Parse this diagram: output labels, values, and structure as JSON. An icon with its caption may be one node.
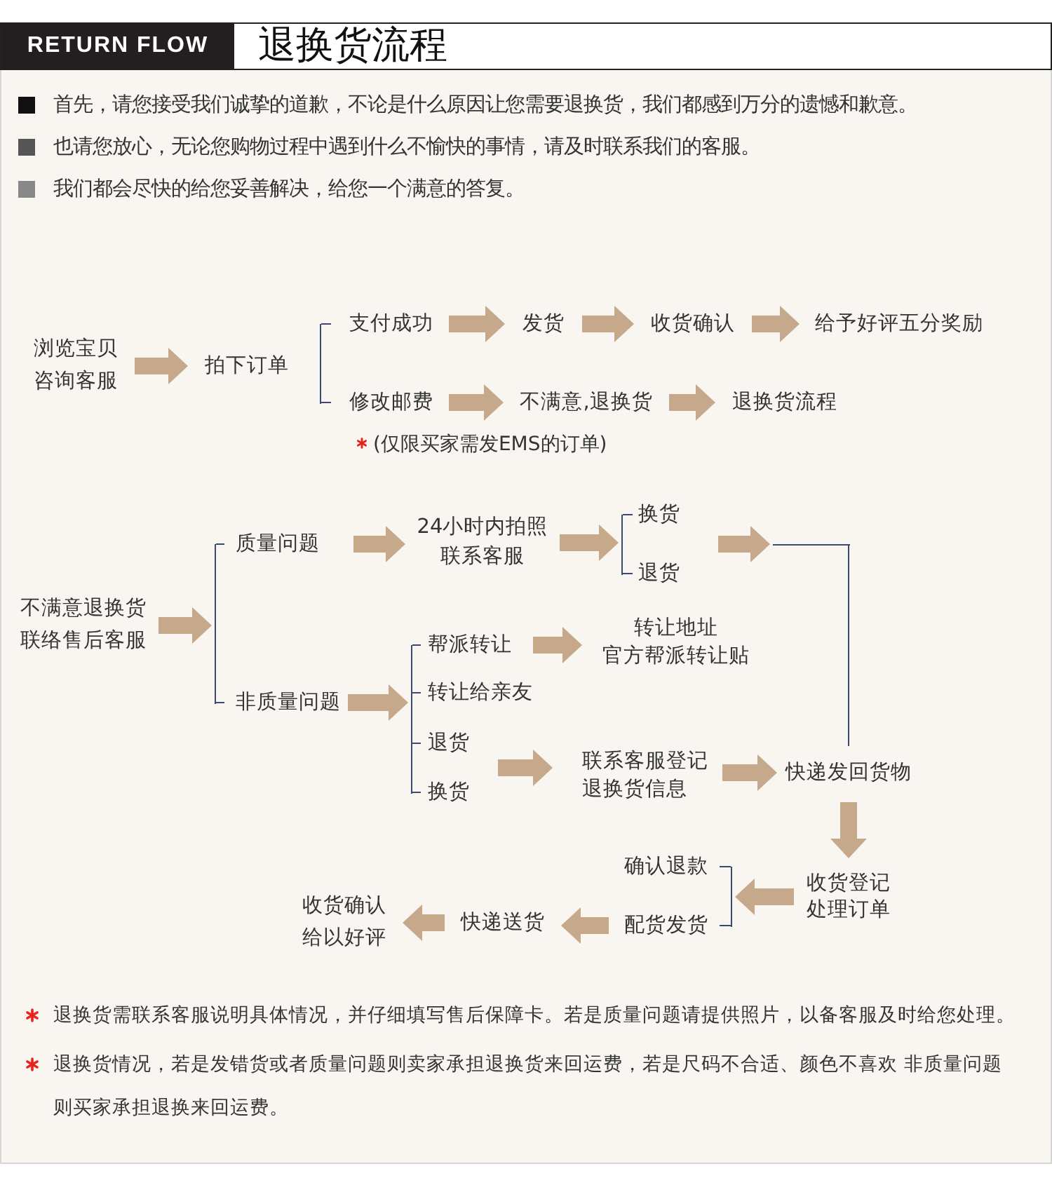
{
  "diagram": {
    "title": "退换货流程",
    "nodes": [
      {
        "text": [
          "浏览宝贝咨询客服"
        ]
      },
      {
        "text": [
          "拍下订单"
        ]
      },
      {
        "text": [],
        "shape": "bracket"
      },
      {
        "text": [
          "支付成功"
        ]
      },
      {
        "text": [
          "发货"
        ]
      },
      {
        "text": [
          "收货确认"
        ]
      },
      {
        "text": [
          "给予好评五分奖励"
        ]
      },
      {
        "text": [
          "修改邮费"
        ],
        "beside": [
          "(仅限买家需发EMS的订单)"
        ]
      },
      {
        "text": [
          "不满意,退换货"
        ]
      },
      {
        "text": [
          "退换货流程"
        ]
      },
      {
        "text": [
          "不满意退换货联络售后客服"
        ]
      },
      {
        "text": [],
        "shape": "bracket"
      },
      {
        "text": [
          "质量问题"
        ]
      },
      {
        "text": [
          "24小时内拍照联系客服"
        ]
      },
      {
        "text": [],
        "shape": "bracket"
      },
      {
        "text": [
          "换货"
        ]
      },
      {
        "text": [
          "退货"
        ]
      },
      {
        "text": [],
        "shape": "line"
      },
      {
        "text": [
          "非质量问题"
        ]
      },
      {
        "text": [],
        "shape": "bracket"
      },
      {
        "text": [
          "帮派转让"
        ]
      },
      {
        "text": [
          "转让地址",
          "官方帮派转让贴"
        ]
      },
      {
        "text": [
          "转让给亲友"
        ]
      },
      {
        "text": [
          "退货"
        ]
      },
      {
        "text": [
          "换货"
        ]
      },
      {
        "text": [
          "联系客服登记退换货信息"
        ]
      },
      {
        "text": [
          "快递发回货物"
        ]
      },
      {
        "text": [
          "收货登记处理订单"
        ]
      },
      {
        "text": [],
        "shape": "bracket"
      },
      {
        "text": [
          "确认退款"
        ]
      },
      {
        "text": [
          "配货发货"
        ]
      },
      {
        "text": [
          "快递送货"
        ]
      },
      {
        "text": [
          "收货确认给以好评"
        ]
      }
    ],
    "edges": [
      {
        "from": 0,
        "to": 1,
        "arrow": "to"
      },
      {
        "from": 2,
        "to": 3,
        "arrow": "none"
      },
      {
        "from": 2,
        "to": 7,
        "arrow": "none"
      },
      {
        "from": 3,
        "to": 4,
        "arrow": "to"
      },
      {
        "from": 4,
        "to": 5,
        "arrow": "to"
      },
      {
        "from": 5,
        "to": 6,
        "arrow": "to"
      },
      {
        "from": 7,
        "to": 8,
        "arrow": "to"
      },
      {
        "from": 8,
        "to": 9,
        "arrow": "to"
      },
      {
        "from": 10,
        "to": 11,
        "arrow": "to"
      },
      {
        "from": 11,
        "to": 12,
        "arrow": "none"
      },
      {
        "from": 11,
        "to": 18,
        "arrow": "none"
      },
      {
        "from": 12,
        "to": 13,
        "arrow": "to"
      },
      {
        "from": 13,
        "to": 14,
        "arrow": "to"
      },
      {
        "from": 14,
        "to": 15,
        "arrow": "none"
      },
      {
        "from": 14,
        "to": 16,
        "arrow": "none"
      },
      {
        "from": 15,
        "to": 17,
        "arrow": "to"
      },
      {
        "from": 16,
        "to": 17,
        "arrow": "to"
      },
      {
        "from": 17,
        "to": 26,
        "arrow": "none"
      },
      {
        "from": 18,
        "to": 19,
        "arrow": "to"
      },
      {
        "from": 19,
        "to": 20,
        "arrow": "none"
      },
      {
        "from": 19,
        "to": 22,
        "arrow": "none"
      },
      {
        "from": 19,
        "to": 23,
        "arrow": "none"
      },
      {
        "from": 19,
        "to": 24,
        "arrow": "none"
      },
      {
        "from": 20,
        "to": 21,
        "arrow": "to"
      },
      {
        "from": 23,
        "to": 25,
        "arrow": "to"
      },
      {
        "from": 24,
        "to": 25,
        "arrow": "to"
      },
      {
        "from": 25,
        "to": 26,
        "arrow": "to"
      },
      {
        "from": 26,
        "to": 27,
        "arrow": "to"
      },
      {
        "from": 27,
        "to": 28,
        "arrow": "to"
      },
      {
        "from": 28,
        "to": 29,
        "arrow": "none"
      },
      {
        "from": 28,
        "to": 30,
        "arrow": "none"
      },
      {
        "from": 30,
        "to": 31,
        "arrow": "to"
      },
      {
        "from": 31,
        "to": 32,
        "arrow": "to"
      }
    ],
    "labels": [
      "RETURN FLOW",
      "首先，请您接受我们诚挚的道歉，不论是什么原因让您需要退换货，我们都感到万分的遗憾和歉意。",
      "也请您放心，无论您购物过程中遇到什么不愉快的事情，请及时联系我们的客服。",
      "我们都会尽快的给您妥善解决，给您一个满意的答复。",
      "退换货需联系客服说明具体情况，并仔细填写售后保障卡。若是质量问题请提供照片，以备客服及时给您处理。",
      "退换货情况，若是发错货或者质量问题则卖家承担退换货来回运费，若是尺码不合适、颜色不喜欢 非质量问题则买家承担退换来回运费。"
    ]
  }
}
